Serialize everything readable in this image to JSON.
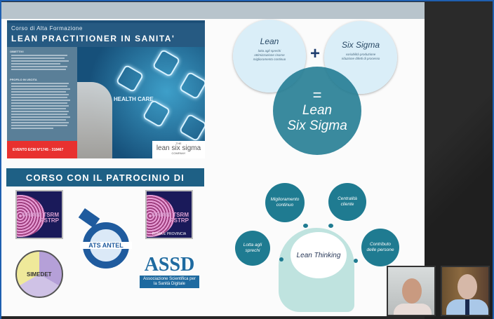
{
  "poster": {
    "subtitle": "Corso di Alta Formazione",
    "title": "LEAN PRACTITIONER IN SANITA'",
    "section1": "OBIETTIVI",
    "section2": "PROFILO IN USCITA",
    "event": "EVENTO ECM N°1745 - 318467",
    "image_text": "HEALTH CARE",
    "logo": {
      "the": "THE",
      "name": "lean six sigma",
      "company": "COMPANY"
    }
  },
  "patronage": {
    "banner": "CORSO CON IL PATROCINIO DI",
    "logos": [
      {
        "name": "ORDINI TSRM PSTRP",
        "caption": ""
      },
      {
        "name": "ATS ANTEL"
      },
      {
        "name": "ORDINI TSRM PSTRP",
        "caption": "ROMA E PROVINCIA"
      },
      {
        "name": "SIMEDET"
      },
      {
        "name": "ASSD",
        "caption": "Associazione Scientifica per la Sanità Digitale"
      }
    ]
  },
  "venn": {
    "lean": {
      "title": "Lean",
      "desc": "lotta agli sprechi ottimizzazione risorse miglioramento continuo"
    },
    "plus": "+",
    "sixsigma": {
      "title": "Six Sigma",
      "desc": "variabilità produzione riduzione difetti di processo"
    },
    "equals": "=",
    "result_line1": "Lean",
    "result_line2": "Six Sigma"
  },
  "thinking": {
    "center": "Lean Thinking",
    "bubbles": [
      "Lotta agli sprechi",
      "Miglioramento continuo",
      "Centralità cliente",
      "Contributo delle persone"
    ],
    "color": "#1f7b91"
  },
  "participants": [
    {
      "name": "participant-1"
    },
    {
      "name": "participant-2"
    }
  ]
}
